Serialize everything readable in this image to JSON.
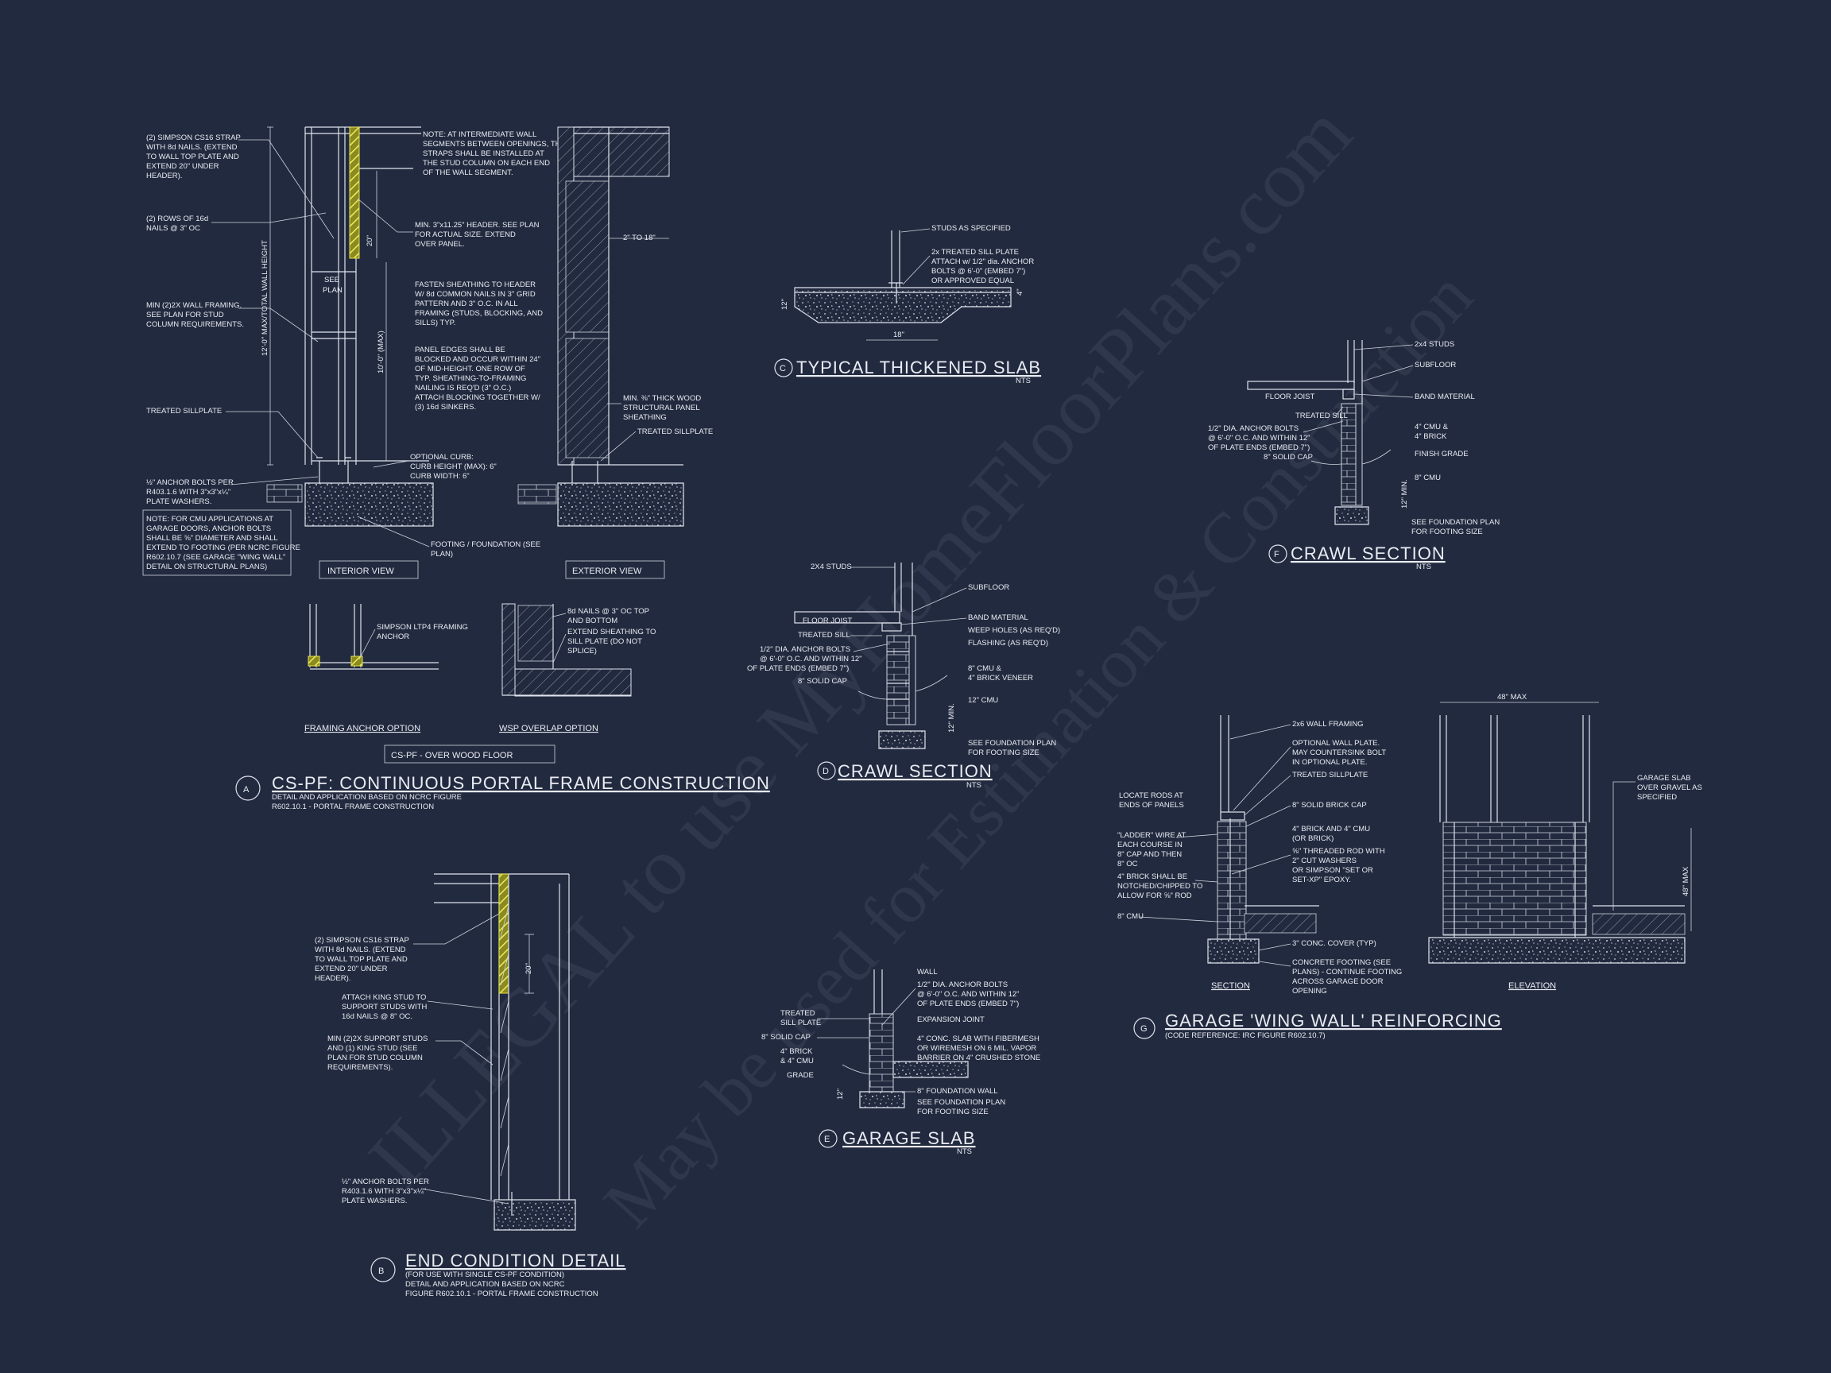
{
  "colors": {
    "background": "#222a3f",
    "linework": "#dfe3ec",
    "highlight": "#e8e34a",
    "watermark": "#3a4258"
  },
  "watermark": {
    "line1": "ILLEGAL to use MyHomeFloorPlans.com",
    "line2": "May be used for Estimation & Construction"
  },
  "detail_a": {
    "marker": "A",
    "title": "CS-PF: CONTINUOUS PORTAL FRAME CONSTRUCTION",
    "sub1": "DETAIL AND APPLICATION BASED ON NCRC FIGURE",
    "sub2": "R602.10.1 - PORTAL FRAME CONSTRUCTION",
    "n1a": "(2) SIMPSON CS16 STRAP",
    "n1b": "WITH 8d NAILS. (EXTEND",
    "n1c": "TO WALL TOP PLATE AND",
    "n1d": "EXTEND 20\" UNDER",
    "n1e": "HEADER).",
    "n2a": "(2) ROWS OF 16d",
    "n2b": "NAILS @ 3\" OC",
    "n3a": "MIN (2)2X WALL FRAMING.",
    "n3b": "SEE PLAN FOR STUD",
    "n3c": "COLUMN REQUIREMENTS.",
    "n4": "TREATED SILLPLATE",
    "n5a": "½\" ANCHOR BOLTS PER",
    "n5b": "R403.1.6 WITH 3\"x3\"x¼\"",
    "n5c": "PLATE WASHERS.",
    "n6a": "NOTE: FOR CMU APPLICATIONS AT",
    "n6b": "GARAGE DOORS, ANCHOR BOLTS",
    "n6c": "SHALL BE ⅝\" DIAMETER AND SHALL",
    "n6d": "EXTEND TO FOOTING (PER NCRC FIGURE",
    "n6e": "R602.10.7 (SEE GARAGE \"WING WALL\"",
    "n6f": "DETAIL ON STRUCTURAL PLANS)",
    "n7a": "NOTE: AT INTERMEDIATE WALL",
    "n7b": "SEGMENTS BETWEEN OPENINGS, THE",
    "n7c": "STRAPS SHALL BE INSTALLED AT",
    "n7d": "THE STUD COLUMN ON EACH END",
    "n7e": "OF THE WALL SEGMENT.",
    "n8a": "MIN. 3\"x11.25\" HEADER. SEE PLAN",
    "n8b": "FOR ACTUAL SIZE. EXTEND",
    "n8c": "OVER PANEL.",
    "n9a": "FASTEN SHEATHING TO HEADER",
    "n9b": "W/ 8d COMMON NAILS IN 3\" GRID",
    "n9c": "PATTERN AND 3\" O.C. IN ALL",
    "n9d": "FRAMING (STUDS, BLOCKING, AND",
    "n9e": "SILLS) TYP.",
    "n10a": "PANEL EDGES SHALL BE",
    "n10b": "BLOCKED AND OCCUR WITHIN 24\"",
    "n10c": "OF MID-HEIGHT. ONE ROW OF",
    "n10d": "TYP. SHEATHING-TO-FRAMING",
    "n10e": "NAILING IS REQ'D (3\" O.C.)",
    "n10f": "ATTACH BLOCKING TOGETHER W/",
    "n10g": "(3) 16d SINKERS.",
    "n11a": "OPTIONAL CURB:",
    "n11b": "CURB HEIGHT (MAX): 6\"",
    "n11c": "CURB WIDTH: 6\"",
    "n12a": "FOOTING / FOUNDATION (SEE",
    "n12b": "PLAN)",
    "n13a": "MIN. ⅜\" THICK WOOD",
    "n13b": "STRUCTURAL PANEL",
    "n13c": "SHEATHING",
    "n14": "TREATED SILLPLATE",
    "dim_2to18": "2\" TO 18\"",
    "dim_wall": "12'-0\" MAX/TOTAL WALL HEIGHT",
    "dim_10": "10'-0\" (MAX)",
    "dim_20": "20\"",
    "see_plan_a": "SEE",
    "see_plan_b": "PLAN",
    "interior_label": "INTERIOR VIEW",
    "exterior_label": "EXTERIOR VIEW",
    "fa_label": "FRAMING ANCHOR OPTION",
    "fa_note_a": "SIMPSON LTP4 FRAMING",
    "fa_note_b": "ANCHOR",
    "wsp_label": "WSP OVERLAP OPTION",
    "wsp_note_a": "8d NAILS @ 3\" OC TOP",
    "wsp_note_b": "AND BOTTOM",
    "wsp_note_c": "EXTEND SHEATHING TO",
    "wsp_note_d": "SILL PLATE (DO NOT",
    "wsp_note_e": "SPLICE)",
    "box_label": "CS-PF - OVER WOOD FLOOR"
  },
  "detail_b": {
    "marker": "B",
    "title": "END CONDITION DETAIL",
    "sub1": "(FOR USE WITH SINGLE CS-PF CONDITION)",
    "sub2": "DETAIL AND APPLICATION BASED ON NCRC",
    "sub3": "FIGURE R602.10.1 - PORTAL FRAME CONSTRUCTION",
    "n1a": "(2) SIMPSON CS16 STRAP",
    "n1b": "WITH 8d NAILS. (EXTEND",
    "n1c": "TO WALL TOP PLATE AND",
    "n1d": "EXTEND 20\" UNDER",
    "n1e": "HEADER).",
    "n2a": "ATTACH KING STUD TO",
    "n2b": "SUPPORT STUDS WITH",
    "n2c": "16d NAILS @ 8\" OC.",
    "n3a": "MIN (2)2X SUPPORT STUDS",
    "n3b": "AND (1) KING STUD (SEE",
    "n3c": "PLAN FOR STUD COLUMN",
    "n3d": "REQUIREMENTS).",
    "n4a": "½\" ANCHOR BOLTS PER",
    "n4b": "R403.1.6 WITH 3\"x3\"x¼\"",
    "n4c": "PLATE WASHERS.",
    "dim_20": "20\""
  },
  "detail_c": {
    "marker": "C",
    "title": "TYPICAL THICKENED SLAB",
    "nts": "NTS",
    "n1": "STUDS AS SPECIFIED",
    "n2a": "2x TREATED SILL PLATE",
    "n2b": "ATTACH w/ 1/2\" dia. ANCHOR",
    "n2c": "BOLTS @ 6'-0\" (EMBED 7\")",
    "n2d": "OR APPROVED EQUAL",
    "dim_18": "18\"",
    "dim_12": "12\"",
    "dim_4": "4\""
  },
  "detail_d": {
    "marker": "D",
    "title": "CRAWL SECTION",
    "nts": "NTS",
    "n1": "2X4 STUDS",
    "n2": "SUBFLOOR",
    "n3": "FLOOR JOIST",
    "n4": "BAND MATERIAL",
    "n5": "TREATED SILL",
    "n6": "WEEP HOLES (AS REQ'D)",
    "n7a": "1/2\" DIA. ANCHOR BOLTS",
    "n7b": "@ 6'-0\" O.C. AND WITHIN 12\"",
    "n7c": "OF PLATE ENDS (EMBED 7\")",
    "n8": "FLASHING (AS REQ'D)",
    "n9a": "8\" CMU &",
    "n9b": "4\" BRICK VENEER",
    "n10": "8\" SOLID CAP",
    "n11": "12\" CMU",
    "n12a": "SEE FOUNDATION PLAN",
    "n12b": "FOR FOOTING SIZE",
    "dim": "12\" MIN."
  },
  "detail_e": {
    "marker": "E",
    "title": "GARAGE SLAB",
    "nts": "NTS",
    "n1": "WALL",
    "n2a": "1/2\" DIA. ANCHOR BOLTS",
    "n2b": "@ 6'-0\" O.C. AND WITHIN 12\"",
    "n2c": "OF PLATE ENDS (EMBED 7\")",
    "n3a": "TREATED",
    "n3b": "SILL PLATE",
    "n4": "EXPANSION JOINT",
    "n5": "8\" SOLID CAP",
    "n6a": "4\" CONC. SLAB WITH FIBERMESH",
    "n6b": "OR WIREMESH ON 6 MIL. VAPOR",
    "n6c": "BARRIER ON 4\" CRUSHED STONE",
    "n7a": "4\" BRICK",
    "n7b": "& 4\" CMU",
    "n8": "GRADE",
    "n9": "8\" FOUNDATION WALL",
    "n10a": "SEE FOUNDATION PLAN",
    "n10b": "FOR FOOTING SIZE",
    "dim": "12\""
  },
  "detail_f": {
    "marker": "F",
    "title": "CRAWL SECTION",
    "nts": "NTS",
    "n1": "2x4 STUDS",
    "n2": "SUBFLOOR",
    "n3": "FLOOR JOIST",
    "n4": "BAND MATERIAL",
    "n5": "TREATED SILL",
    "n6a": "1/2\" DIA. ANCHOR BOLTS",
    "n6b": "@ 6'-0\" O.C. AND WITHIN 12\"",
    "n6c": "OF PLATE ENDS (EMBED 7\")",
    "n7a": "4\" CMU &",
    "n7b": "4\" BRICK",
    "n8": "8\" SOLID CAP",
    "n9": "FINISH GRADE",
    "n10": "8\" CMU",
    "n11a": "SEE FOUNDATION PLAN",
    "n11b": "FOR FOOTING SIZE",
    "dim": "12\" MIN."
  },
  "detail_g": {
    "marker": "G",
    "title": "GARAGE 'WING WALL' REINFORCING",
    "sub1": "(CODE REFERENCE: IRC FIGURE R602.10.7)",
    "n1": "2x6 WALL FRAMING",
    "n2a": "OPTIONAL WALL PLATE.",
    "n2b": "MAY COUNTERSINK BOLT",
    "n2c": "IN OPTIONAL PLATE.",
    "n3a": "LOCATE RODS AT",
    "n3b": "ENDS OF PANELS",
    "n4": "TREATED SILLPLATE",
    "n5": "8\" SOLID BRICK CAP",
    "n6a": "\"LADDER\" WIRE AT",
    "n6b": "EACH COURSE IN",
    "n6c": "8\" CAP AND THEN",
    "n6d": "8\" OC",
    "n7a": "4\" BRICK AND 4\" CMU",
    "n7b": "(OR BRICK)",
    "n8a": "⅝\" THREADED ROD WITH",
    "n8b": "2\" CUT WASHERS",
    "n8c": "OR SIMPSON \"SET OR",
    "n8d": "SET-XP\" EPOXY.",
    "n9a": "4\" BRICK SHALL BE",
    "n9b": "NOTCHED/CHIPPED TO",
    "n9c": "ALLOW FOR ⅝\" ROD",
    "n10": "8\" CMU",
    "n11": "3\" CONC. COVER (TYP)",
    "n12a": "CONCRETE FOOTING (SEE",
    "n12b": "PLANS) - CONTINUE FOOTING",
    "n12c": "ACROSS GARAGE DOOR",
    "n12d": "OPENING",
    "n13a": "GARAGE SLAB",
    "n13b": "OVER GRAVEL AS",
    "n13c": "SPECIFIED",
    "dim_48": "48\" MAX",
    "dim_48v": "48\" MAX",
    "section_label": "SECTION",
    "elevation_label": "ELEVATION"
  }
}
